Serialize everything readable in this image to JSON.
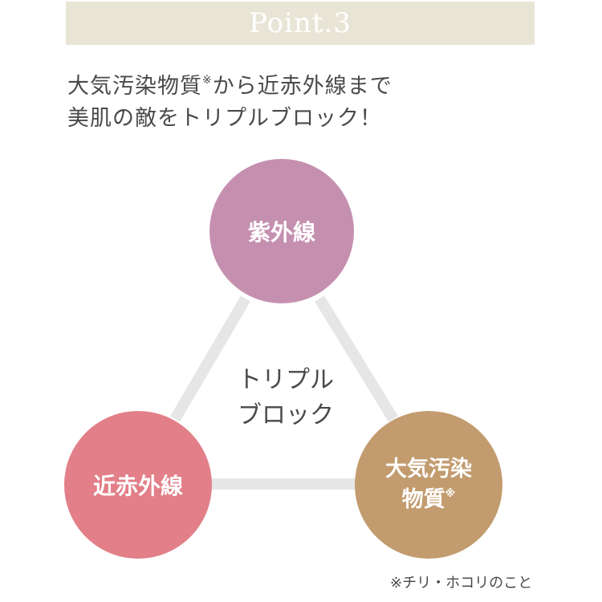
{
  "banner": {
    "text": "Point.3",
    "color": "#e9e5d6"
  },
  "headline": {
    "line1_main": "大気汚染物質",
    "line1_mark": "※",
    "line1_rest": "から近赤外線まで",
    "line2": "美肌の敵をトリプルブロック！"
  },
  "diagram": {
    "center_line1": "トリプル",
    "center_line2": "ブロック",
    "line_color": "#e6e6e6",
    "nodes": {
      "top": {
        "label": "紫外線",
        "color": "#c590b0"
      },
      "left": {
        "label": "近赤外線",
        "color": "#e27f88"
      },
      "right": {
        "line1": "大気汚染",
        "line2": "物質",
        "mark": "※",
        "color": "#c29b6e"
      }
    }
  },
  "footnote": "※チリ・ホコリのこと"
}
